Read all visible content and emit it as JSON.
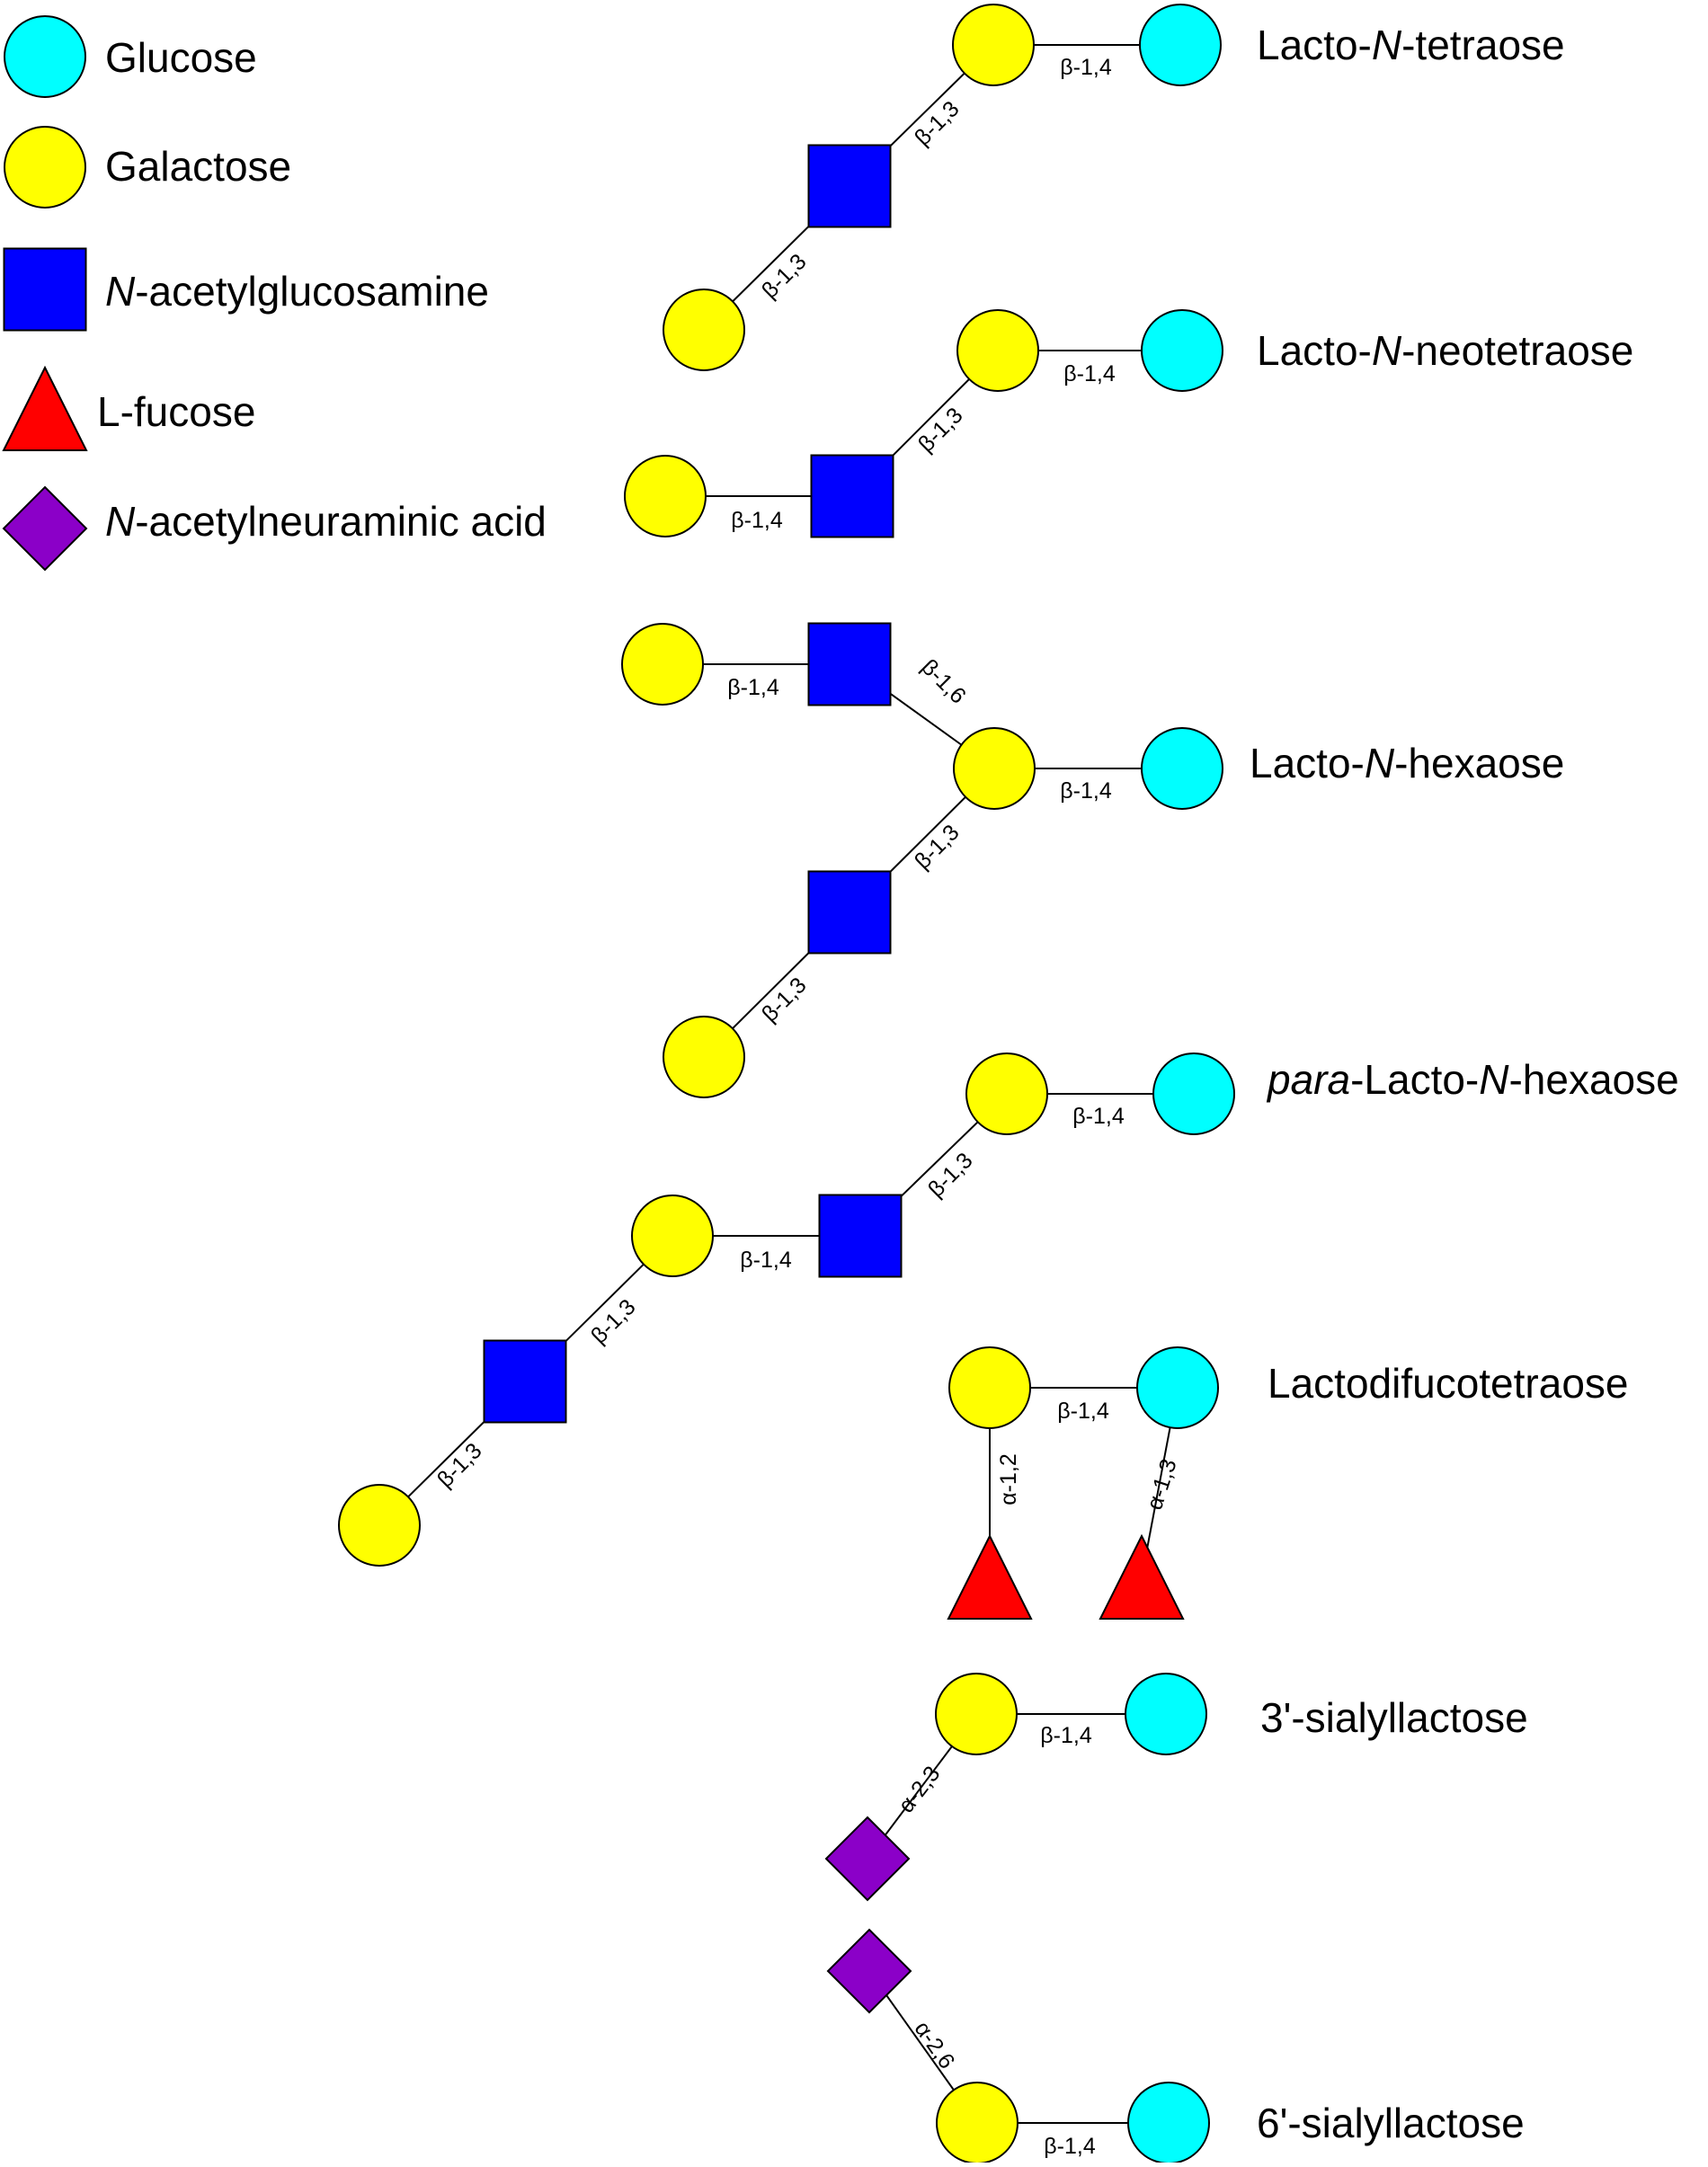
{
  "colors": {
    "glucose": "#00FFFF",
    "galactose": "#FFFF00",
    "glcnac": "#0000FF",
    "fucose": "#FF0000",
    "neu5ac": "#8B00C8"
  },
  "legend": [
    {
      "shape": "circle",
      "color": "glucose",
      "icon": "glucose-circle-icon",
      "parts": [
        {
          "text": "Glucose"
        }
      ]
    },
    {
      "shape": "circle",
      "color": "galactose",
      "icon": "galactose-circle-icon",
      "parts": [
        {
          "text": "Galactose"
        }
      ]
    },
    {
      "shape": "square",
      "color": "glcnac",
      "icon": "n-acetylglucosamine-square-icon",
      "parts": [
        {
          "text": "N",
          "italic": true
        },
        {
          "text": "-acetylglucosamine"
        }
      ]
    },
    {
      "shape": "triangle",
      "color": "fucose",
      "icon": "l-fucose-triangle-icon",
      "parts": [
        {
          "text": "L-fucose"
        }
      ]
    },
    {
      "shape": "diamond",
      "color": "neu5ac",
      "icon": "n-acetylneuraminic-acid-diamond-icon",
      "parts": [
        {
          "text": "N",
          "italic": true
        },
        {
          "text": "-acetylneuraminic acid"
        }
      ]
    }
  ],
  "structures": [
    {
      "id": "lnt",
      "name_parts": [
        {
          "text": "Lacto-"
        },
        {
          "text": "N",
          "italic": true
        },
        {
          "text": "-tetraose"
        }
      ],
      "residues": [
        {
          "id": "glc",
          "type": "glucose"
        },
        {
          "id": "gal1",
          "type": "galactose"
        },
        {
          "id": "nag",
          "type": "glcnac"
        },
        {
          "id": "gal2",
          "type": "galactose"
        }
      ],
      "links": [
        {
          "from": "gal1",
          "to": "glc",
          "label": "β-1,4"
        },
        {
          "from": "nag",
          "to": "gal1",
          "label": "β-1,3"
        },
        {
          "from": "gal2",
          "to": "nag",
          "label": "β-1,3"
        }
      ]
    },
    {
      "id": "lnnt",
      "name_parts": [
        {
          "text": "Lacto-"
        },
        {
          "text": "N",
          "italic": true
        },
        {
          "text": "-neotetraose"
        }
      ],
      "residues": [
        {
          "id": "glc",
          "type": "glucose"
        },
        {
          "id": "gal1",
          "type": "galactose"
        },
        {
          "id": "nag",
          "type": "glcnac"
        },
        {
          "id": "gal2",
          "type": "galactose"
        }
      ],
      "links": [
        {
          "from": "gal1",
          "to": "glc",
          "label": "β-1,4"
        },
        {
          "from": "nag",
          "to": "gal1",
          "label": "β-1,3"
        },
        {
          "from": "gal2",
          "to": "nag",
          "label": "β-1,4"
        }
      ]
    },
    {
      "id": "lnh",
      "name_parts": [
        {
          "text": "Lacto-"
        },
        {
          "text": "N",
          "italic": true
        },
        {
          "text": "-hexaose"
        }
      ],
      "residues": [
        {
          "id": "glc",
          "type": "glucose"
        },
        {
          "id": "gal",
          "type": "galactose"
        },
        {
          "id": "nagTop",
          "type": "glcnac"
        },
        {
          "id": "galTop",
          "type": "galactose"
        },
        {
          "id": "nagBot",
          "type": "glcnac"
        },
        {
          "id": "galBot",
          "type": "galactose"
        }
      ],
      "links": [
        {
          "from": "gal",
          "to": "glc",
          "label": "β-1,4"
        },
        {
          "from": "nagTop",
          "to": "gal",
          "label": "β-1,6"
        },
        {
          "from": "galTop",
          "to": "nagTop",
          "label": "β-1,4"
        },
        {
          "from": "nagBot",
          "to": "gal",
          "label": "β-1,3"
        },
        {
          "from": "galBot",
          "to": "nagBot",
          "label": "β-1,3"
        }
      ]
    },
    {
      "id": "plnh",
      "name_parts": [
        {
          "text": "para",
          "italic": true
        },
        {
          "text": "-Lacto-"
        },
        {
          "text": "N",
          "italic": true
        },
        {
          "text": "-hexaose"
        }
      ],
      "residues": [
        {
          "id": "glc",
          "type": "glucose"
        },
        {
          "id": "gal1",
          "type": "galactose"
        },
        {
          "id": "nag1",
          "type": "glcnac"
        },
        {
          "id": "gal2",
          "type": "galactose"
        },
        {
          "id": "nag2",
          "type": "glcnac"
        },
        {
          "id": "gal3",
          "type": "galactose"
        }
      ],
      "links": [
        {
          "from": "gal1",
          "to": "glc",
          "label": "β-1,4"
        },
        {
          "from": "nag1",
          "to": "gal1",
          "label": "β-1,3"
        },
        {
          "from": "gal2",
          "to": "nag1",
          "label": "β-1,4"
        },
        {
          "from": "nag2",
          "to": "gal2",
          "label": "β-1,3"
        },
        {
          "from": "gal3",
          "to": "nag2",
          "label": "β-1,3"
        }
      ]
    },
    {
      "id": "ldft",
      "name_parts": [
        {
          "text": "Lactodifucotetraose"
        }
      ],
      "residues": [
        {
          "id": "glc",
          "type": "glucose"
        },
        {
          "id": "gal",
          "type": "galactose"
        },
        {
          "id": "fuc1",
          "type": "fucose"
        },
        {
          "id": "fuc2",
          "type": "fucose"
        }
      ],
      "links": [
        {
          "from": "gal",
          "to": "glc",
          "label": "β-1,4"
        },
        {
          "from": "fuc1",
          "to": "gal",
          "label": "α-1,2"
        },
        {
          "from": "fuc2",
          "to": "glc",
          "label": "α-1,3"
        }
      ]
    },
    {
      "id": "3sl",
      "name_parts": [
        {
          "text": "3'-sialyllactose"
        }
      ],
      "residues": [
        {
          "id": "glc",
          "type": "glucose"
        },
        {
          "id": "gal",
          "type": "galactose"
        },
        {
          "id": "neu",
          "type": "neu5ac"
        }
      ],
      "links": [
        {
          "from": "gal",
          "to": "glc",
          "label": "β-1,4"
        },
        {
          "from": "neu",
          "to": "gal",
          "label": "α-2,3"
        }
      ]
    },
    {
      "id": "6sl",
      "name_parts": [
        {
          "text": "6'-sialyllactose"
        }
      ],
      "residues": [
        {
          "id": "glc",
          "type": "glucose"
        },
        {
          "id": "gal",
          "type": "galactose"
        },
        {
          "id": "neu",
          "type": "neu5ac"
        }
      ],
      "links": [
        {
          "from": "gal",
          "to": "glc",
          "label": "β-1,4"
        },
        {
          "from": "neu",
          "to": "gal",
          "label": "α-2,6"
        }
      ]
    }
  ]
}
